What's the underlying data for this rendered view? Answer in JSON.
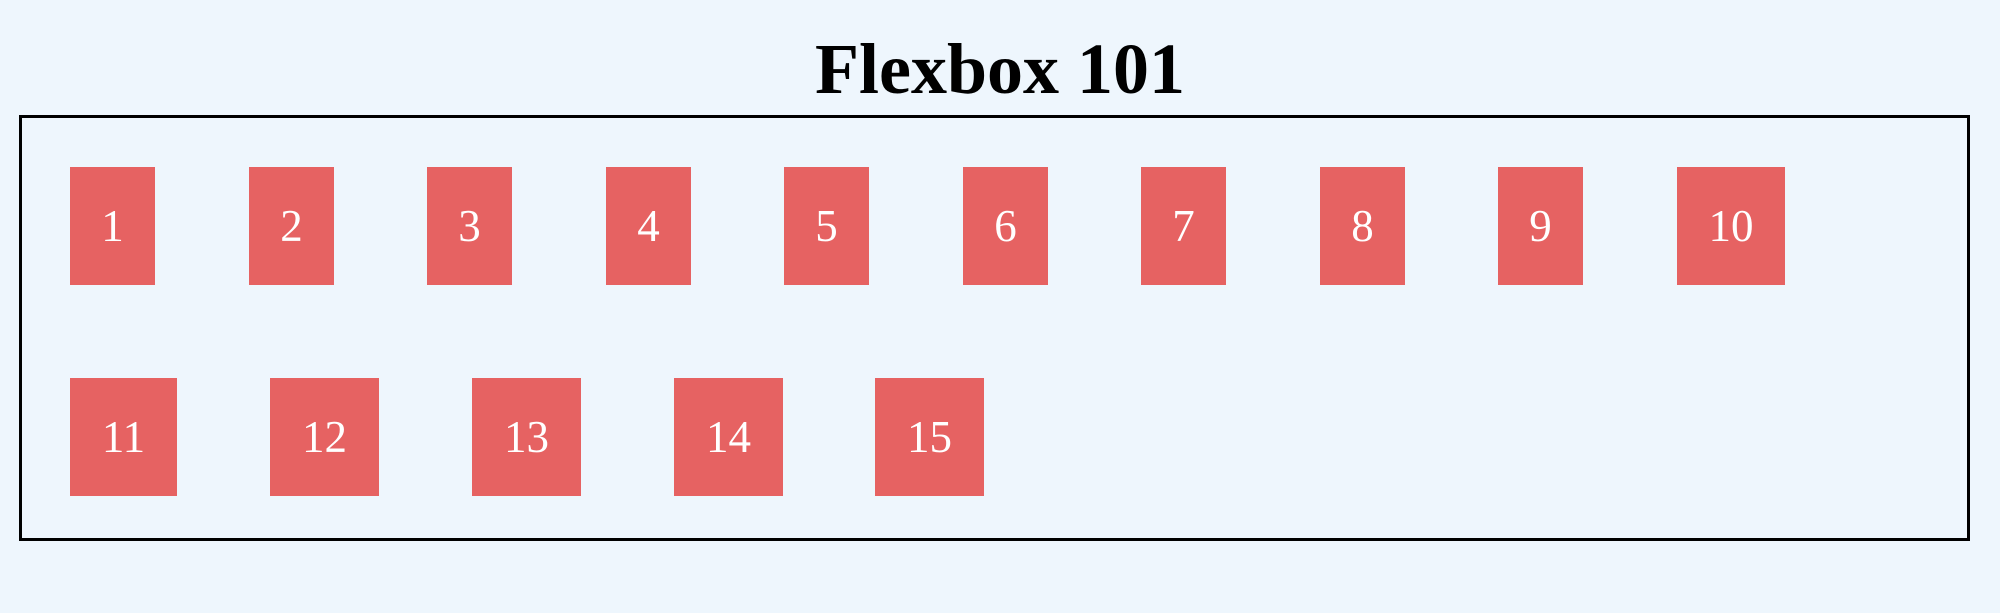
{
  "title": "Flexbox 101",
  "colors": {
    "background": "#eef6fd",
    "item_background": "#e66262",
    "item_text": "#ffffff",
    "border": "#000000"
  },
  "items": [
    {
      "label": "1"
    },
    {
      "label": "2"
    },
    {
      "label": "3"
    },
    {
      "label": "4"
    },
    {
      "label": "5"
    },
    {
      "label": "6"
    },
    {
      "label": "7"
    },
    {
      "label": "8"
    },
    {
      "label": "9"
    },
    {
      "label": "10"
    },
    {
      "label": "11"
    },
    {
      "label": "12"
    },
    {
      "label": "13"
    },
    {
      "label": "14"
    },
    {
      "label": "15"
    }
  ]
}
